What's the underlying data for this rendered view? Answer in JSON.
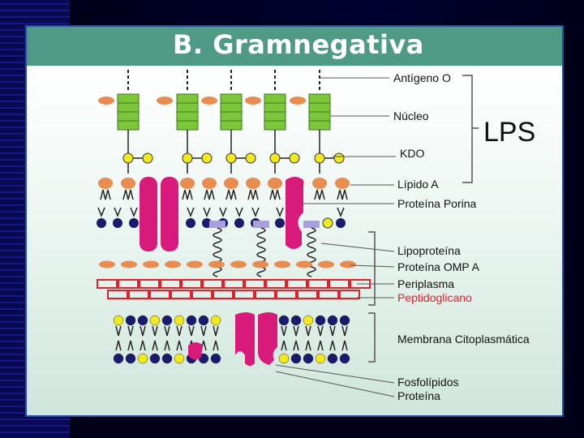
{
  "slide": {
    "title": "B. Gramnegativa"
  },
  "labels": {
    "antigeno_o": "Antígeno O",
    "nucleo": "Núcleo",
    "kdo": "KDO",
    "lipido_a": "Lípido A",
    "proteina_porina": "Proteína Porina",
    "lps": "LPS",
    "lipoproteina": "Lipoproteína",
    "proteina_omp_a": "Proteína OMP A",
    "periplasma": "Periplasma",
    "peptidoglicano": "Peptidoglicano",
    "membrana_citoplasmatica": "Membrana Citoplasmática",
    "fosfolipidos": "Fosfolípidos",
    "proteina": "Proteína"
  },
  "colors": {
    "title_bar": "#4e9a84",
    "panel": "#d6ece4",
    "green_core": "#7cc63a",
    "orange_lipid": "#e88c52",
    "yellow_kdo": "#f2e81e",
    "porin_magenta": "#d81b7a",
    "navy_head": "#1a1a6e",
    "peptidoglycan_red": "#e0202a",
    "lipoprotein_lilac": "#a8a0d8"
  }
}
